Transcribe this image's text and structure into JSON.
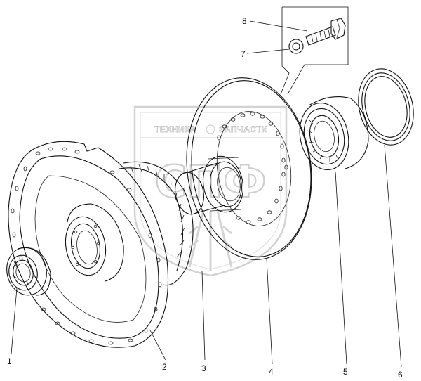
{
  "watermark": {
    "brand_left": "ТЕХНИКА",
    "brand_right": "ЗАПЧАСТИ",
    "monogram": "СПФ"
  },
  "callouts": [
    {
      "id": "1",
      "label": "1"
    },
    {
      "id": "2",
      "label": "2"
    },
    {
      "id": "3",
      "label": "3"
    },
    {
      "id": "4",
      "label": "4"
    },
    {
      "id": "5",
      "label": "5"
    },
    {
      "id": "6",
      "label": "6"
    },
    {
      "id": "7",
      "label": "7"
    },
    {
      "id": "8",
      "label": "8"
    }
  ]
}
